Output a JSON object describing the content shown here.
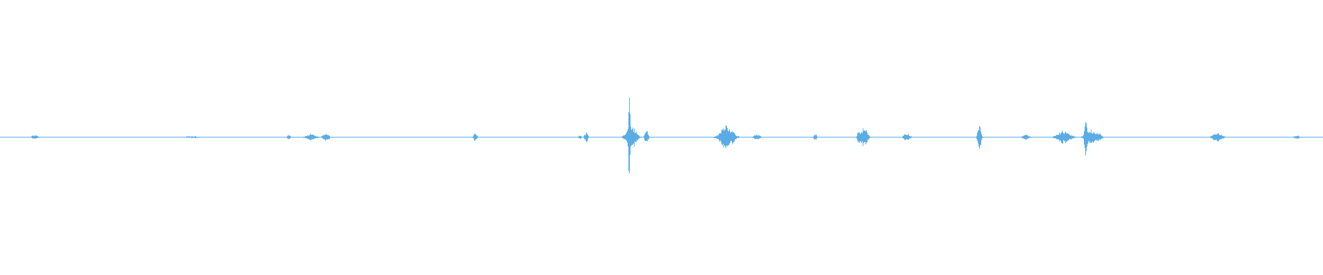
{
  "waveform": {
    "color": "#5aace6",
    "background": "#ffffff",
    "baseline_amplitude": 0.003,
    "spikes": [
      {
        "t": 0.026,
        "amp": 0.04,
        "spread": 0.002
      },
      {
        "t": 0.145,
        "amp": 0.02,
        "spread": 0.004
      },
      {
        "t": 0.218,
        "amp": 0.05,
        "spread": 0.001
      },
      {
        "t": 0.235,
        "amp": 0.06,
        "spread": 0.003
      },
      {
        "t": 0.246,
        "amp": 0.08,
        "spread": 0.002
      },
      {
        "t": 0.359,
        "amp": 0.08,
        "spread": 0.001
      },
      {
        "t": 0.438,
        "amp": 0.04,
        "spread": 0.001
      },
      {
        "t": 0.443,
        "amp": 0.1,
        "spread": 0.001
      },
      {
        "t": 0.4755,
        "amp": 1.0,
        "spread": 0.0006
      },
      {
        "t": 0.477,
        "amp": 0.22,
        "spread": 0.003
      },
      {
        "t": 0.4885,
        "amp": 0.16,
        "spread": 0.001
      },
      {
        "t": 0.549,
        "amp": 0.22,
        "spread": 0.004
      },
      {
        "t": 0.572,
        "amp": 0.05,
        "spread": 0.002
      },
      {
        "t": 0.616,
        "amp": 0.06,
        "spread": 0.001
      },
      {
        "t": 0.649,
        "amp": 0.12,
        "spread": 0.001
      },
      {
        "t": 0.653,
        "amp": 0.2,
        "spread": 0.002
      },
      {
        "t": 0.685,
        "amp": 0.08,
        "spread": 0.002
      },
      {
        "t": 0.74,
        "amp": 0.26,
        "spread": 0.001
      },
      {
        "t": 0.775,
        "amp": 0.05,
        "spread": 0.002
      },
      {
        "t": 0.804,
        "amp": 0.12,
        "spread": 0.004
      },
      {
        "t": 0.8205,
        "amp": 0.36,
        "spread": 0.001
      },
      {
        "t": 0.824,
        "amp": 0.15,
        "spread": 0.003
      },
      {
        "t": 0.83,
        "amp": 0.09,
        "spread": 0.002
      },
      {
        "t": 0.92,
        "amp": 0.08,
        "spread": 0.003
      },
      {
        "t": 0.98,
        "amp": 0.03,
        "spread": 0.002
      }
    ]
  }
}
